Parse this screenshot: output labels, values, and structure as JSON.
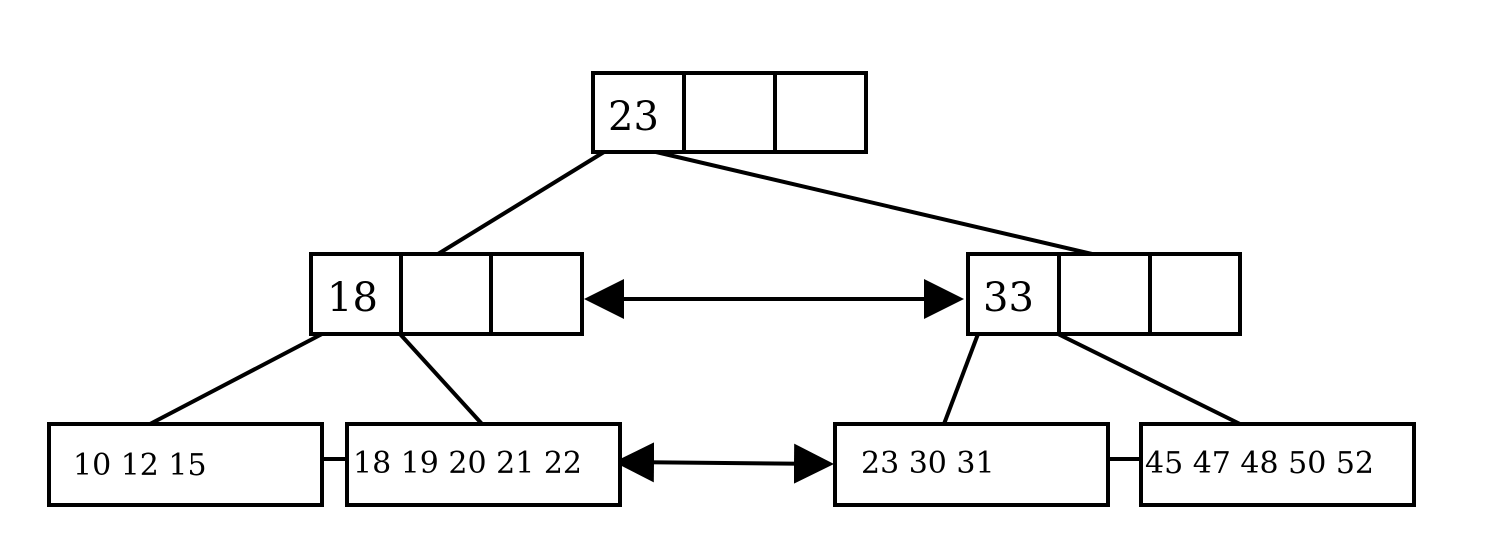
{
  "root": {
    "keys": [
      "23",
      "",
      ""
    ]
  },
  "internal_nodes": [
    {
      "keys": [
        "18",
        "",
        ""
      ]
    },
    {
      "keys": [
        "33",
        "",
        ""
      ]
    }
  ],
  "leaves": [
    {
      "text": "10 12 15"
    },
    {
      "text": "18 19 20 21 22"
    },
    {
      "text": "23 30 31"
    },
    {
      "text": "45 47 48 50 52"
    }
  ]
}
